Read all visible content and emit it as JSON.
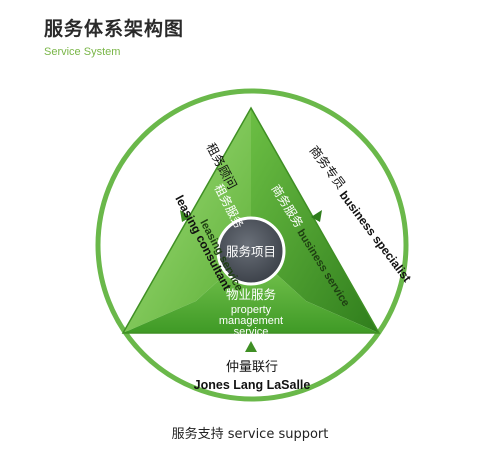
{
  "header": {
    "title_cn": "服务体系架构图",
    "title_en": "Service System"
  },
  "center": {
    "label": "服务项目"
  },
  "sections": {
    "leasing_service": {
      "cn": "租务服务",
      "en": "leasing service"
    },
    "business_service": {
      "cn": "商务服务",
      "en": "business service"
    },
    "property_management": {
      "cn": "物业服务",
      "en_line1": "property",
      "en_line2": "management",
      "en_line3": "service"
    }
  },
  "ring": {
    "leasing_consultant": {
      "cn": "租务顾问",
      "en": "leasing consultant"
    },
    "business_specialist": {
      "cn": "商务专员",
      "en": "business specialist"
    },
    "support_cn": "仲量联行",
    "support_en": "Jones Lang LaSalle"
  },
  "footer": {
    "caption": "服务支持 service support"
  },
  "colors": {
    "green_light": "#8fd46a",
    "green_mid": "#5fb43a",
    "green_dark": "#3f8f24",
    "center_circle": "#4a4f58",
    "ring_border": "#6ab84a"
  }
}
